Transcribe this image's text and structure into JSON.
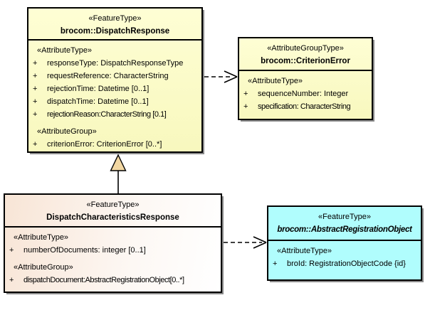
{
  "diagram": {
    "kind": "uml-class-diagram",
    "background": "#FFFFFF"
  },
  "colors": {
    "box_yellow": "#FBFBC6",
    "box_peach_gradient_start": "#F8E5D6",
    "box_peach_gradient_end": "#FFFFFF",
    "box_cyan": "#B0FDFD",
    "border": "#000000",
    "shadow": "#8A8A8A",
    "generalization_triangle_fill": "#F2D7A2",
    "text": "#000000"
  },
  "markers": {
    "plus": "+"
  },
  "boxes": {
    "dispatchResponse": {
      "stereotype": "«FeatureType»",
      "title": "brocom::DispatchResponse",
      "sections": [
        {
          "label": "«AttributeType»",
          "attributes": [
            "responseType: DispatchResponseType",
            "requestReference: CharacterString",
            "rejectionTime: Datetime [0..1]",
            "dispatchTime: Datetime [0..1]",
            "rejectionReason:CharacterString [0.1]"
          ]
        },
        {
          "label": "«AttributeGroup»",
          "attributes": [
            "criterionError: CriterionError [0..*]"
          ]
        }
      ]
    },
    "criterionError": {
      "stereotype": "«AttributeGroupType»",
      "title": "brocom::CriterionError",
      "sections": [
        {
          "label": "«AttributeType»",
          "attributes": [
            "sequenceNumber: Integer",
            "specification: CharacterString"
          ]
        }
      ]
    },
    "dispatchCharacteristicsResponse": {
      "stereotype": "«FeatureType»",
      "title": "DispatchCharacteristicsResponse",
      "sections": [
        {
          "label": "«AttributeType»",
          "attributes": [
            "numberOfDocuments: integer [0..1]"
          ]
        },
        {
          "label": "«AttributeGroup»",
          "attributes": [
            "dispatchDocument:AbstractRegistrationObject[0..*]"
          ]
        }
      ]
    },
    "abstractRegistrationObject": {
      "stereotype": "«FeatureType»",
      "title": "brocom::AbstractRegistrationObject",
      "sections": [
        {
          "label": "«AttributeType»",
          "attributes": [
            "broId: RegistrationObjectCode {id}"
          ]
        }
      ]
    }
  },
  "connectors": [
    {
      "type": "dependency",
      "from": "brocom::DispatchResponse",
      "to": "brocom::CriterionError",
      "line": "dashed",
      "arrowhead": "open"
    },
    {
      "type": "generalization",
      "from": "DispatchCharacteristicsResponse",
      "to": "brocom::DispatchResponse",
      "line": "solid",
      "arrowhead": "hollow-triangle"
    },
    {
      "type": "dependency",
      "from": "DispatchCharacteristicsResponse",
      "to": "brocom::AbstractRegistrationObject",
      "line": "dashed",
      "arrowhead": "open"
    }
  ]
}
